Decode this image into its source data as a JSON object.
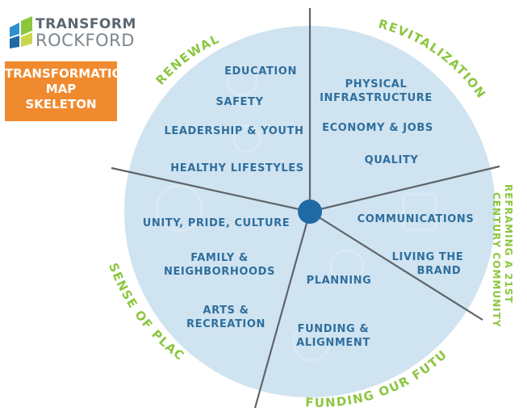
{
  "logo": {
    "line1": "TRANSFORM",
    "line2": "ROCKFORD"
  },
  "title": {
    "lines": [
      "TRANSFORMATION",
      "MAP",
      "SKELETON"
    ]
  },
  "colors": {
    "circle": "#cfe3f0",
    "hub": "#1f6aa5",
    "spoke": "#5f6469",
    "label": "#2f6f9e",
    "category": "#8cc63f",
    "title_bg": "#f08a2e"
  },
  "categories": {
    "renewal": "RENEWAL",
    "revitalization": "REVITALIZATION",
    "reframing_line1": "REFRAMING A 21ST",
    "reframing_line2": "CENTURY COMMUNITY",
    "funding": "FUNDING OUR FUTURE",
    "sense": "SENSE OF PLACE"
  },
  "topics": {
    "education": "EDUCATION",
    "safety": "SAFETY",
    "leadership": "LEADERSHIP & YOUTH",
    "healthy": "HEALTHY LIFESTYLES",
    "physical_1": "PHYSICAL",
    "physical_2": "INFRASTRUCTURE",
    "economy": "ECONOMY & JOBS",
    "quality": "QUALITY",
    "communications": "COMMUNICATIONS",
    "living_1": "LIVING THE",
    "living_2": "BRAND",
    "planning": "PLANNING",
    "funding_1": "FUNDING &",
    "funding_2": "ALIGNMENT",
    "unity": "UNITY, PRIDE, CULTURE",
    "family_1": "FAMILY &",
    "family_2": "NEIGHBORHOODS",
    "arts_1": "ARTS &",
    "arts_2": "RECREATION"
  }
}
